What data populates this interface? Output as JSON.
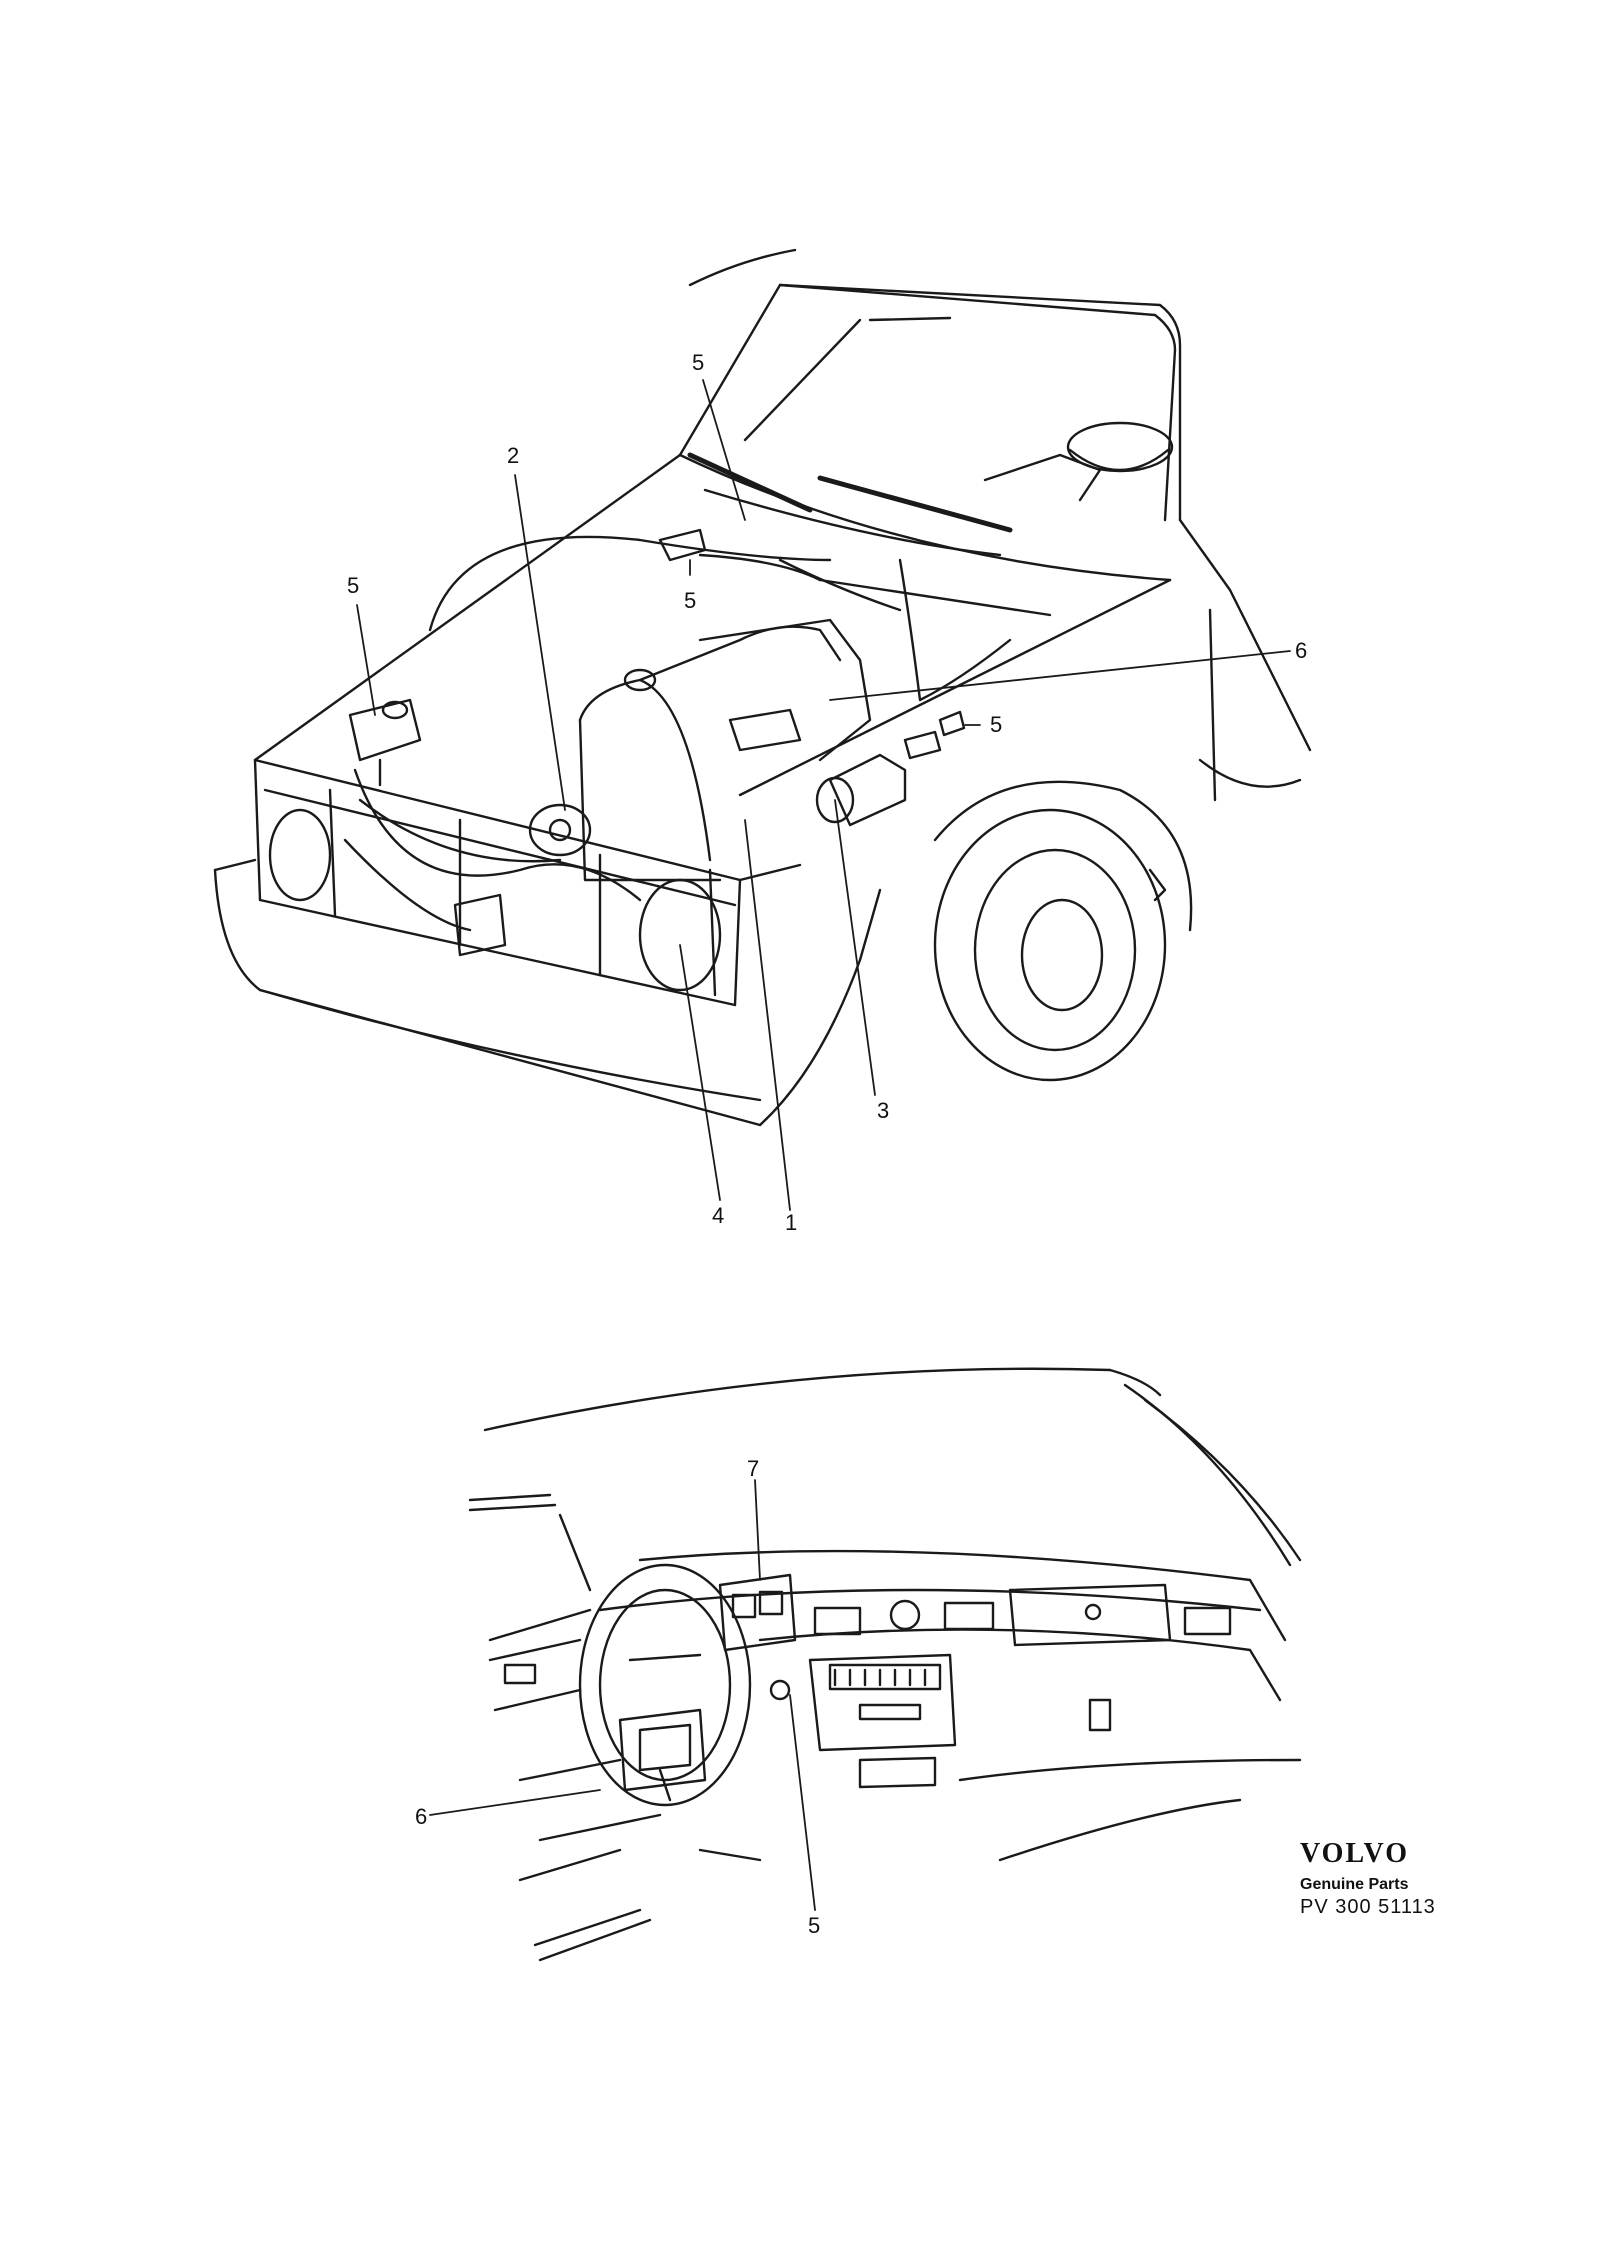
{
  "callouts_top": [
    "5",
    "2",
    "5",
    "5",
    "6",
    "5",
    "3",
    "4",
    "1"
  ],
  "callouts_bottom": [
    "7",
    "6",
    "5"
  ],
  "brand": {
    "logo": "VOLVO",
    "subtitle": "Genuine Parts",
    "code": "PV 300 51113"
  }
}
